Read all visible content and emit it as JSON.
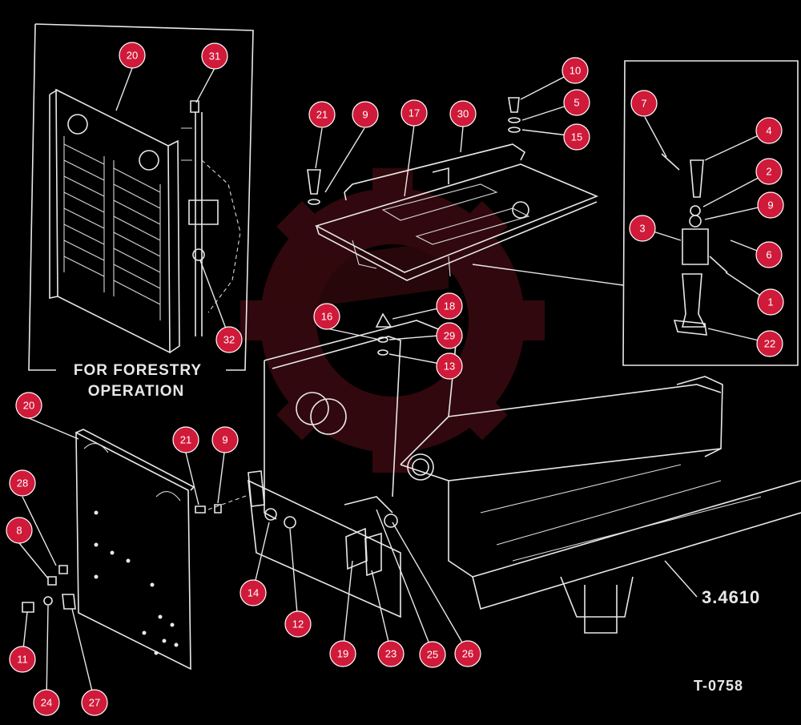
{
  "captions": {
    "forestry_line1": "FOR FORESTRY",
    "forestry_line2": "OPERATION",
    "figure_ref": "3.4610",
    "drawing_no": "T-0758"
  },
  "colors": {
    "background": "#000000",
    "linework": "#e8e8e8",
    "callout_fill": "#d01a3a",
    "watermark": "#5a1018"
  },
  "callouts": [
    "20",
    "31",
    "32",
    "21",
    "9",
    "17",
    "30",
    "10",
    "5",
    "15",
    "7",
    "4",
    "2",
    "9",
    "3",
    "6",
    "1",
    "22",
    "16",
    "18",
    "29",
    "13",
    "20",
    "21",
    "9",
    "28",
    "8",
    "11",
    "24",
    "27",
    "14",
    "12",
    "19",
    "23",
    "25",
    "26"
  ]
}
